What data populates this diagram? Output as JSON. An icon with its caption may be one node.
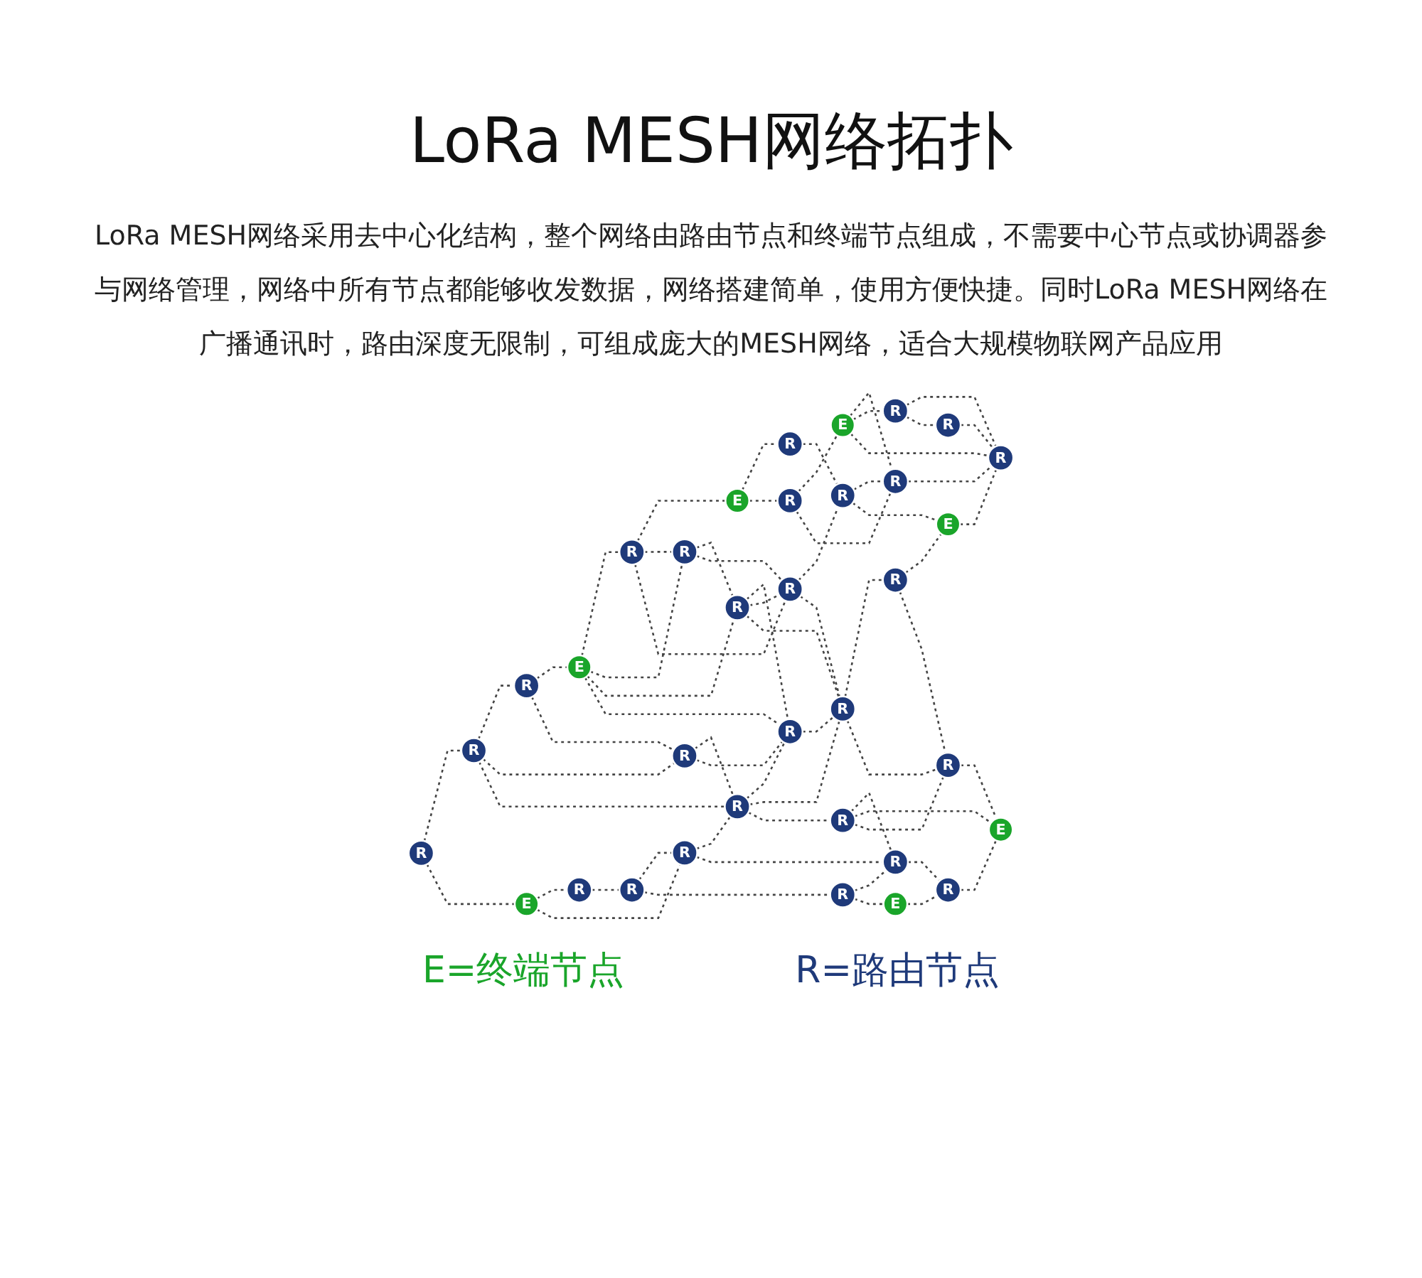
{
  "diagram": {
    "title": "LoRa MESH网络拓扑",
    "nodes": [
      {
        "text": [
          "R"
        ]
      },
      {
        "text": [
          "R"
        ]
      },
      {
        "text": [
          "R"
        ]
      },
      {
        "text": [
          "E"
        ]
      },
      {
        "text": [
          "R"
        ]
      },
      {
        "text": [
          "E"
        ]
      },
      {
        "text": [
          "E"
        ]
      },
      {
        "text": [
          "R"
        ]
      },
      {
        "text": [
          "R"
        ]
      },
      {
        "text": [
          "R"
        ]
      },
      {
        "text": [
          "R"
        ]
      },
      {
        "text": [
          "E"
        ]
      },
      {
        "text": [
          "R"
        ]
      },
      {
        "text": [
          "R"
        ]
      },
      {
        "text": [
          "R"
        ]
      },
      {
        "text": [
          "R"
        ]
      },
      {
        "text": [
          "R"
        ]
      },
      {
        "text": [
          "R"
        ]
      },
      {
        "text": [
          "R"
        ]
      },
      {
        "text": [
          "R"
        ]
      },
      {
        "text": [
          "R"
        ]
      },
      {
        "text": [
          "R"
        ]
      },
      {
        "text": [
          "R"
        ]
      },
      {
        "text": [
          "R"
        ]
      },
      {
        "text": [
          "R"
        ]
      },
      {
        "text": [
          "R"
        ]
      },
      {
        "text": [
          "R"
        ]
      },
      {
        "text": [
          "E"
        ]
      },
      {
        "text": [
          "R"
        ]
      },
      {
        "text": [
          "E"
        ]
      },
      {
        "text": [
          "R"
        ]
      },
      {
        "text": [
          "R"
        ]
      },
      {
        "text": [
          "E"
        ]
      },
      {
        "text": [
          "R"
        ]
      }
    ],
    "edges": [
      {
        "from": 0,
        "to": 1,
        "arrow": "none"
      },
      {
        "from": 1,
        "to": 2,
        "arrow": "none"
      },
      {
        "from": 2,
        "to": 3,
        "arrow": "none"
      },
      {
        "from": 3,
        "to": 4,
        "arrow": "none"
      },
      {
        "from": 4,
        "to": 5,
        "arrow": "none"
      },
      {
        "from": 0,
        "to": 6,
        "arrow": "none"
      },
      {
        "from": 1,
        "to": 7,
        "arrow": "none"
      },
      {
        "from": 1,
        "to": 16,
        "arrow": "none"
      },
      {
        "from": 2,
        "to": 7,
        "arrow": "none"
      },
      {
        "from": 3,
        "to": 8,
        "arrow": "none"
      },
      {
        "from": 3,
        "to": 15,
        "arrow": "none"
      },
      {
        "from": 3,
        "to": 17,
        "arrow": "none"
      },
      {
        "from": 4,
        "to": 8,
        "arrow": "none"
      },
      {
        "from": 4,
        "to": 18,
        "arrow": "none"
      },
      {
        "from": 5,
        "to": 9,
        "arrow": "none"
      },
      {
        "from": 5,
        "to": 10,
        "arrow": "none"
      },
      {
        "from": 10,
        "to": 11,
        "arrow": "none"
      },
      {
        "from": 6,
        "to": 12,
        "arrow": "none"
      },
      {
        "from": 6,
        "to": 14,
        "arrow": "none"
      },
      {
        "from": 7,
        "to": 16,
        "arrow": "none"
      },
      {
        "from": 7,
        "to": 17,
        "arrow": "none"
      },
      {
        "from": 8,
        "to": 15,
        "arrow": "none"
      },
      {
        "from": 8,
        "to": 18,
        "arrow": "none"
      },
      {
        "from": 9,
        "to": 19,
        "arrow": "none"
      },
      {
        "from": 10,
        "to": 20,
        "arrow": "none"
      },
      {
        "from": 11,
        "to": 20,
        "arrow": "none"
      },
      {
        "from": 11,
        "to": 23,
        "arrow": "none"
      },
      {
        "from": 11,
        "to": 33,
        "arrow": "none"
      },
      {
        "from": 12,
        "to": 13,
        "arrow": "none"
      },
      {
        "from": 13,
        "to": 14,
        "arrow": "none"
      },
      {
        "from": 13,
        "to": 21,
        "arrow": "none"
      },
      {
        "from": 14,
        "to": 16,
        "arrow": "none"
      },
      {
        "from": 14,
        "to": 25,
        "arrow": "none"
      },
      {
        "from": 15,
        "to": 17,
        "arrow": "none"
      },
      {
        "from": 15,
        "to": 18,
        "arrow": "none"
      },
      {
        "from": 15,
        "to": 22,
        "arrow": "none"
      },
      {
        "from": 16,
        "to": 17,
        "arrow": "none"
      },
      {
        "from": 16,
        "to": 22,
        "arrow": "none"
      },
      {
        "from": 16,
        "to": 24,
        "arrow": "none"
      },
      {
        "from": 17,
        "to": 22,
        "arrow": "none"
      },
      {
        "from": 18,
        "to": 19,
        "arrow": "none"
      },
      {
        "from": 18,
        "to": 22,
        "arrow": "none"
      },
      {
        "from": 19,
        "to": 20,
        "arrow": "none"
      },
      {
        "from": 19,
        "to": 29,
        "arrow": "none"
      },
      {
        "from": 20,
        "to": 33,
        "arrow": "none"
      },
      {
        "from": 21,
        "to": 25,
        "arrow": "none"
      },
      {
        "from": 21,
        "to": 27,
        "arrow": "none"
      },
      {
        "from": 22,
        "to": 26,
        "arrow": "none"
      },
      {
        "from": 22,
        "to": 31,
        "arrow": "none"
      },
      {
        "from": 23,
        "to": 33,
        "arrow": "none"
      },
      {
        "from": 23,
        "to": 30,
        "arrow": "none"
      },
      {
        "from": 24,
        "to": 25,
        "arrow": "none"
      },
      {
        "from": 24,
        "to": 32,
        "arrow": "none"
      },
      {
        "from": 24,
        "to": 31,
        "arrow": "none"
      },
      {
        "from": 25,
        "to": 28,
        "arrow": "none"
      },
      {
        "from": 26,
        "to": 29,
        "arrow": "none"
      },
      {
        "from": 26,
        "to": 31,
        "arrow": "none"
      },
      {
        "from": 27,
        "to": 28,
        "arrow": "none"
      },
      {
        "from": 28,
        "to": 32,
        "arrow": "none"
      },
      {
        "from": 29,
        "to": 33,
        "arrow": "none"
      },
      {
        "from": 30,
        "to": 33,
        "arrow": "none"
      },
      {
        "from": 31,
        "to": 32,
        "arrow": "none"
      }
    ],
    "labels": [
      "LoRa MESH网络采用去中心化结构，整个网络由路由节点和终端节点组成，不需要中心节点或协调器参与网络管理，网络中所有节点都能够收发数据，网络搭建简单，使用方便快捷。同时LoRa MESH网络在广播通讯时，路由深度无限制，可组成庞大的MESH网络，适合大规模物联网产品应用"
    ],
    "legend": [
      {
        "text": "E=终端节点",
        "color": "#1aa52a"
      },
      {
        "text": "R=路由节点",
        "color": "#1f3a7a"
      }
    ]
  }
}
